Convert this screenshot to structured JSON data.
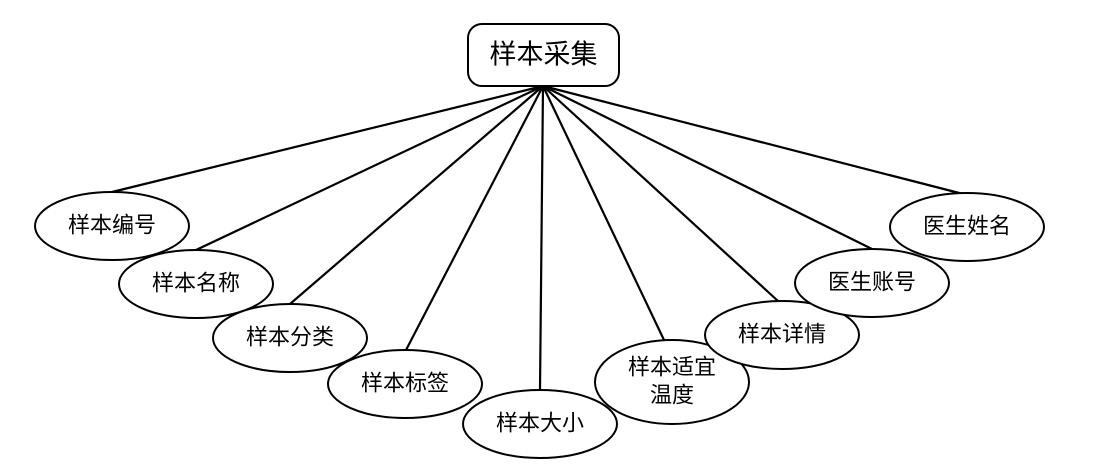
{
  "root": {
    "label": "样本采集"
  },
  "attributes": [
    {
      "lines": [
        "样本编号"
      ]
    },
    {
      "lines": [
        "样本名称"
      ]
    },
    {
      "lines": [
        "样本分类"
      ]
    },
    {
      "lines": [
        "样本标签"
      ]
    },
    {
      "lines": [
        "样本大小"
      ]
    },
    {
      "lines": [
        "样本适宜",
        "温度"
      ]
    },
    {
      "lines": [
        "样本详情"
      ]
    },
    {
      "lines": [
        "医生账号"
      ]
    },
    {
      "lines": [
        "医生姓名"
      ]
    }
  ],
  "colors": {
    "stroke": "#000000",
    "fill": "#ffffff"
  }
}
